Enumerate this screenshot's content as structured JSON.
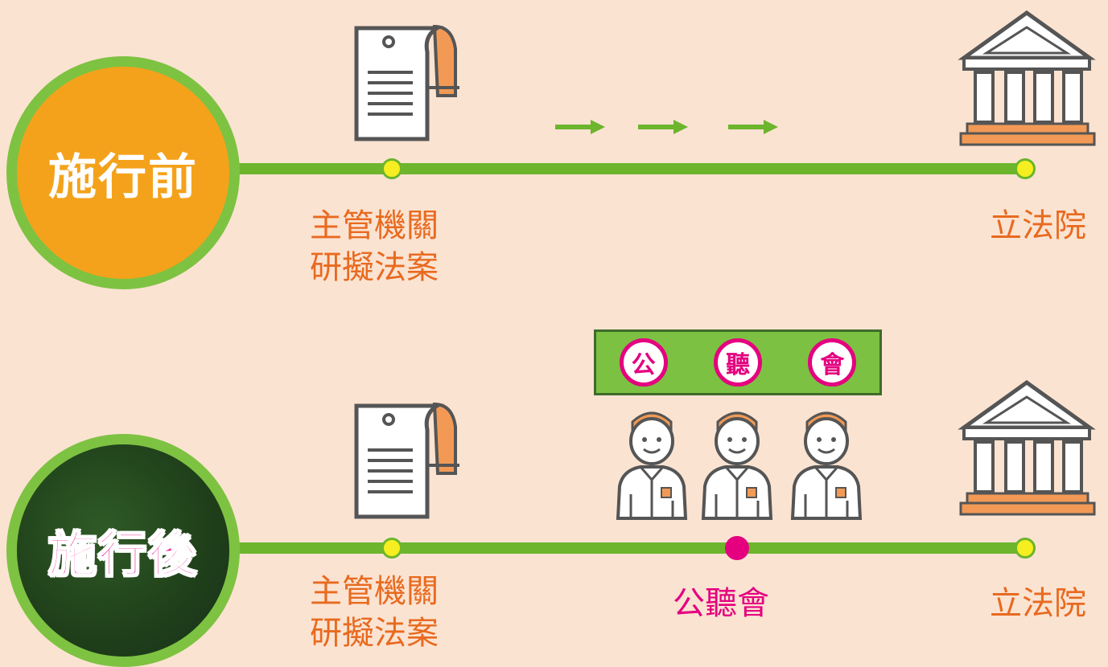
{
  "before": {
    "stage_label": "施行前",
    "steps": [
      {
        "caption_line1": "主管機關",
        "caption_line2": "研擬法案"
      },
      {
        "caption_line1": "立法院"
      }
    ]
  },
  "after": {
    "stage_label": "施行後",
    "steps": [
      {
        "caption_line1": "主管機關",
        "caption_line2": "研擬法案"
      },
      {
        "caption_line1": "公聽會"
      },
      {
        "caption_line1": "立法院"
      }
    ],
    "hearing_banner": {
      "chars": [
        "公",
        "聽",
        "會"
      ]
    }
  },
  "colors": {
    "background": "#fbe3d2",
    "line": "#6cb52d",
    "node": "#f6ee20",
    "hearing_node": "#e4007f",
    "caption": "#e86a1f",
    "before_circle": "#f4a21b",
    "after_circle": "#1f3f1a"
  },
  "icons": {
    "document": "document-scroll-icon",
    "building": "legislature-building-icon",
    "arrow": "arrow-right-icon",
    "person": "person-icon"
  }
}
